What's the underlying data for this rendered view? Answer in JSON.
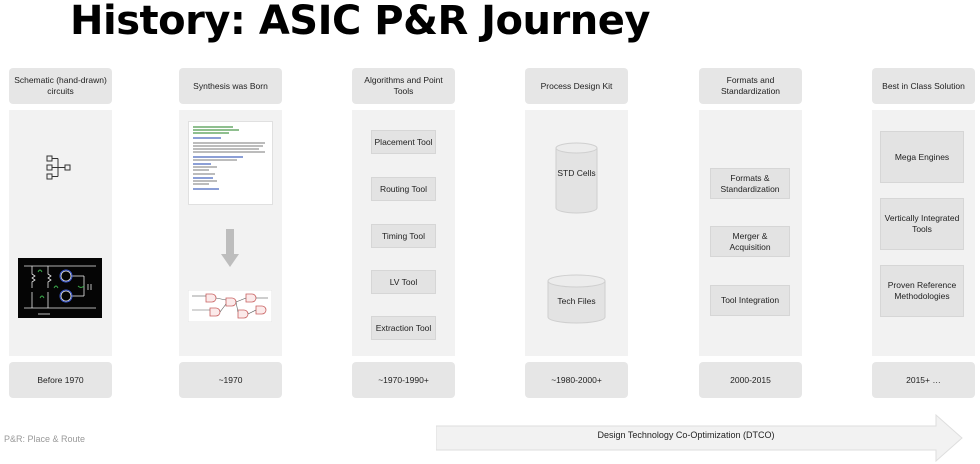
{
  "title": "History: ASIC P&R Journey",
  "columns": [
    {
      "header": "Schematic (hand-drawn) circuits",
      "footer": "Before 1970",
      "items": []
    },
    {
      "header": "Synthesis was Born",
      "footer": "~1970",
      "items": []
    },
    {
      "header": "Algorithms and Point Tools",
      "footer": "~1970-1990+",
      "items": [
        "Placement Tool",
        "Routing Tool",
        "Timing Tool",
        "LV  Tool",
        "Extraction Tool"
      ]
    },
    {
      "header": "Process Design Kit",
      "footer": "~1980-2000+",
      "items": [
        "STD Cells",
        "Tech Files"
      ]
    },
    {
      "header": "Formats and Standardization",
      "footer": "2000-2015",
      "items": [
        "Formats & Standardization",
        "Merger & Acquisition",
        "Tool Integration"
      ]
    },
    {
      "header": "Best in Class Solution",
      "footer": "2015+  …",
      "items": [
        "Mega Engines",
        "Vertically Integrated Tools",
        "Proven Reference Methodologies"
      ]
    }
  ],
  "footnote": "P&R: Place & Route",
  "arrow_label": "Design Technology Co-Optimization (DTCO)",
  "colors": {
    "header_bg": "#e6e6e6",
    "body_bg": "#f2f2f2",
    "box_bg": "#e3e3e3",
    "arrow_fill": "#f2f2f2"
  }
}
